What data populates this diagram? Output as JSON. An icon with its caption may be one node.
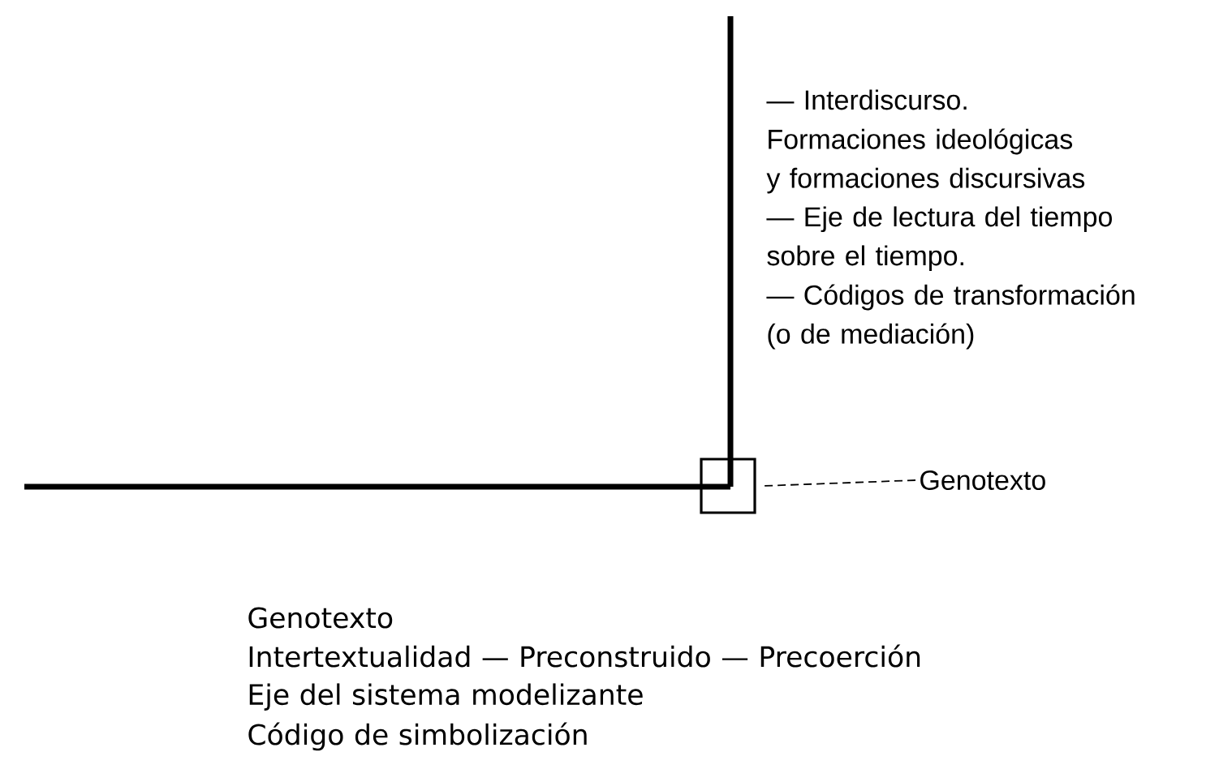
{
  "diagram": {
    "nodes": [
      {
        "text": [],
        "shape": "box"
      },
      {
        "text": [
          "Genotexto"
        ]
      }
    ],
    "edges": [
      {
        "from": 1,
        "to": 0,
        "arrow": "none",
        "style": "dashed"
      }
    ],
    "labels": [
      "— Interdiscurso.",
      "Formaciones ideológicas y formaciones discursivas",
      "— Eje de lectura del tiempo sobre el tiempo.",
      "— Códigos de transformación (o de mediación)",
      "Genotexto",
      "Intertextualidad — Preconstruido — Precoerción",
      "Eje del sistema modelizante",
      "Código de simbolización"
    ]
  }
}
